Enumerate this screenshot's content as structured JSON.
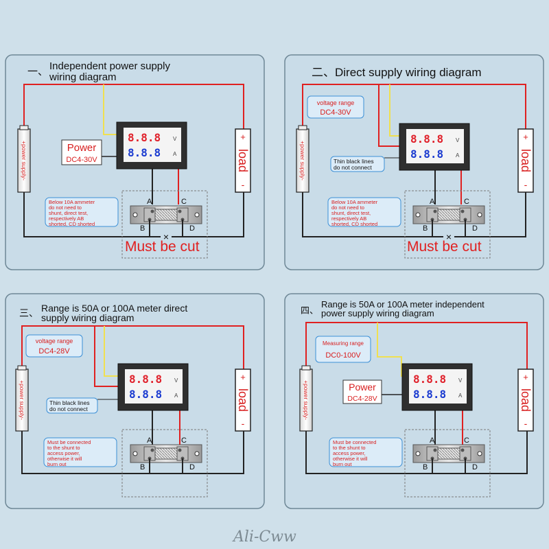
{
  "watermark": "Ali-Cww",
  "colors": {
    "background": "#cfe0ea",
    "panel": "#c9dce8",
    "wire_red": "#e02020",
    "wire_yellow": "#f0e050",
    "wire_black": "#222222",
    "callout_text": "#d81e1e",
    "callout_border": "#3b8fd6",
    "digit_red": "#e0202a",
    "digit_blue": "#1a3ad0",
    "cut_text": "#e02020"
  },
  "panels": [
    {
      "index": "一、",
      "title_lines": [
        "Independent power supply",
        "wiring diagram"
      ],
      "supply_label": "+power supply-",
      "load_label": "load",
      "load_plus": "+",
      "load_minus": "-",
      "meter": {
        "row1": "8.8.8",
        "row1_unit": "V",
        "row2": "8.8.8",
        "row2_unit": "A"
      },
      "power_box": {
        "title": "Power",
        "range": "DC4-30V"
      },
      "note": [
        "Below 10A ammeter",
        "do not need to",
        "shunt, direct test,",
        "respectively AB",
        "shorted, CD shorted"
      ],
      "terminals": [
        "A",
        "B",
        "C",
        "D"
      ],
      "cut_mark": "×",
      "cut_text": "Must be cut"
    },
    {
      "index": "二、",
      "title_lines": [
        "Direct supply wiring diagram"
      ],
      "supply_label": "+power supply-",
      "load_label": "load",
      "load_plus": "+",
      "load_minus": "-",
      "meter": {
        "row1": "8.8.8",
        "row1_unit": "V",
        "row2": "8.8.8",
        "row2_unit": "A"
      },
      "range_box": [
        "voltage range",
        "DC4-30V"
      ],
      "thin_lines_box": [
        "Thin black lines",
        "do not connect"
      ],
      "note": [
        "Below 10A ammeter",
        "do not need to",
        "shunt, direct test,",
        "respectively AB",
        "shorted, CD shorted"
      ],
      "terminals": [
        "A",
        "B",
        "C",
        "D"
      ],
      "cut_mark": "×",
      "cut_text": "Must be cut"
    },
    {
      "index": "三、",
      "title_lines": [
        "Range is 50A or 100A meter direct",
        "supply wiring diagram"
      ],
      "supply_label": "+power supply-",
      "load_label": "load",
      "load_plus": "+",
      "load_minus": "-",
      "meter": {
        "row1": "8.8.8",
        "row1_unit": "V",
        "row2": "8.8.8",
        "row2_unit": "A"
      },
      "range_box": [
        "voltage range",
        "DC4-28V"
      ],
      "thin_lines_box": [
        "Thin black lines",
        "do not connect"
      ],
      "note": [
        "Must be connected",
        "to the shunt to",
        "access power,",
        "otherwise it will",
        "burn out"
      ],
      "terminals": [
        "A",
        "B",
        "C",
        "D"
      ]
    },
    {
      "index": "四、",
      "title_lines": [
        "Range is 50A or 100A meter independent",
        "power supply wiring diagram"
      ],
      "supply_label": "+power supply-",
      "load_label": "load",
      "load_plus": "+",
      "load_minus": "-",
      "meter": {
        "row1": "8.8.8",
        "row1_unit": "V",
        "row2": "8.8.8",
        "row2_unit": "A"
      },
      "range_box": [
        "Measuring range",
        "DC0-100V"
      ],
      "power_box": {
        "title": "Power",
        "range": "DC4-28V"
      },
      "note": [
        "Must be connected",
        "to the shunt to",
        "access power,",
        "otherwise it will",
        "burn out"
      ],
      "terminals": [
        "A",
        "B",
        "C",
        "D"
      ]
    }
  ]
}
